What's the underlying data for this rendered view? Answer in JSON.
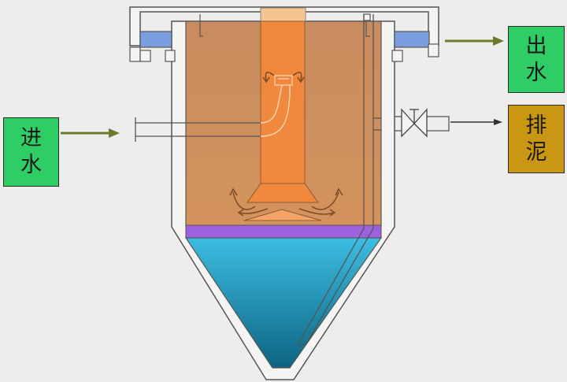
{
  "labels": {
    "inlet": {
      "line1": "进",
      "line2": "水"
    },
    "outlet": {
      "line1": "出",
      "line2": "水"
    },
    "sludge": {
      "line1": "排",
      "line2": "泥"
    }
  },
  "colors": {
    "background": "#eeedeb",
    "label_green": "#2fcd66",
    "label_sludge": "#c99714",
    "tank_body": "#c98e5f",
    "center_pipe": "#f08a3c",
    "sludge_layer": "#9f62e0",
    "cone_top": "#37b8dc",
    "cone_bottom": "#0f6a8a",
    "weir_blue": "#7b9ee0",
    "flow_arrow": "#6a7a2e"
  }
}
